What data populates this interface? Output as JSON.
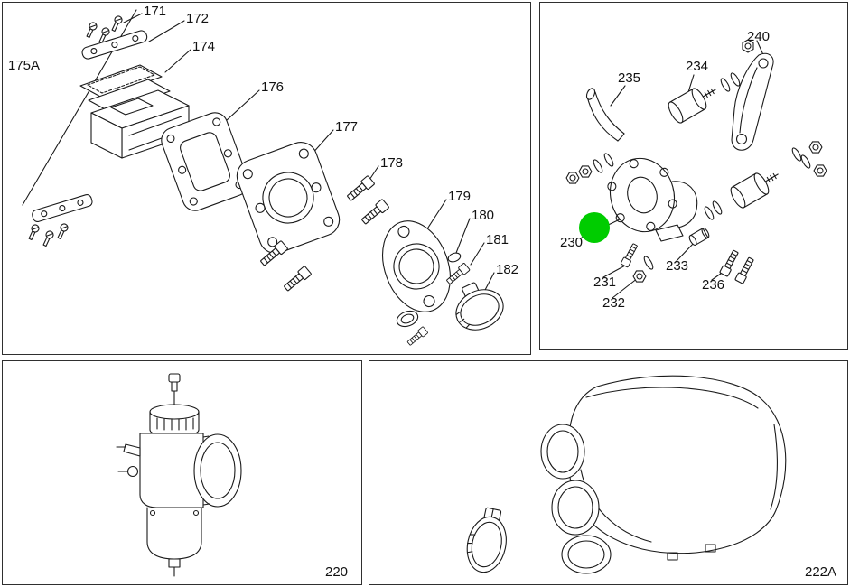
{
  "diagram": {
    "highlight_color": "#00cc00",
    "panels": {
      "top_left": {
        "parts": {
          "171": "171",
          "172": "172",
          "174": "174",
          "175A": "175A",
          "176": "176",
          "177": "177",
          "178": "178",
          "179": "179",
          "180": "180",
          "181": "181",
          "182": "182"
        }
      },
      "top_right": {
        "highlighted_part": "230",
        "parts": {
          "230": "230",
          "231": "231",
          "232": "232",
          "233": "233",
          "234": "234",
          "235": "235",
          "236": "236",
          "240": "240"
        }
      },
      "bottom_left": {
        "parts": {
          "220": "220"
        }
      },
      "bottom_right": {
        "parts": {
          "222A": "222A"
        }
      }
    }
  }
}
